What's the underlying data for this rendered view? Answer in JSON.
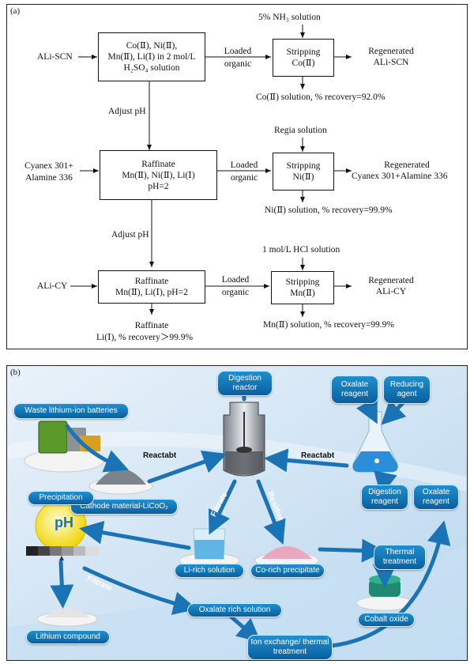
{
  "panel_a": {
    "label": "(a)",
    "inputs": {
      "alisCN": "ALi-SCN",
      "cyanex_l1": "Cyanex 301+",
      "cyanex_l2": "Alamine 336",
      "alicy": "ALi-CY"
    },
    "box1": {
      "l1": "Co(Ⅱ), Ni(Ⅱ),",
      "l2": "Mn(Ⅱ), Li(Ⅰ) in 2 mol/L",
      "l3": "H₂SO₄ solution"
    },
    "box2": {
      "l1": "Raffinate",
      "l2": "Mn(Ⅱ), Ni(Ⅱ), Li(Ⅰ)",
      "l3": "pH=2"
    },
    "box3": {
      "l1": "Raffinate",
      "l2": "Mn(Ⅱ), Li(Ⅰ), pH=2"
    },
    "loaded_l1": "Loaded",
    "loaded_l2": "organic",
    "adjust_ph": "Adjust pH",
    "strip1": {
      "l1": "Stripping",
      "l2": "Co(Ⅱ)"
    },
    "strip2": {
      "l1": "Stripping",
      "l2": "Ni(Ⅱ)"
    },
    "strip3": {
      "l1": "Stripping",
      "l2": "Mn(Ⅱ)"
    },
    "reagent1": "5% NH₃ solution",
    "reagent2": "Regia solution",
    "reagent3": "1 mol/L HCl solution",
    "regen_label": "Regenerated",
    "regen1": "ALi-SCN",
    "regen2": "Cyanex 301+Alamine 336",
    "regen3": "ALi-CY",
    "out1": "Co(Ⅱ) solution, % recovery=92.0%",
    "out2": "Ni(Ⅱ) solution, % recovery=99.9%",
    "out3": "Mn(Ⅱ) solution, % recovery=99.9%",
    "raff_l1": "Raffinate",
    "raff_l2": "Li(Ⅰ), % recovery＞99.9%"
  },
  "panel_b": {
    "label": "(b)",
    "waste": "Waste lithium-ion batteries",
    "cathode": "Cathode material-LiCoO₂",
    "reactabt": "Reactabt",
    "digestion_reactor": "Digestion reactor",
    "oxalate_reagent": "Oxalate reagent",
    "reducing_agent": "Reducing agent",
    "filtrate": "Filtrate",
    "residue": "Residue",
    "digestion_reagent": "Digestion reagent",
    "oxalate_reagent2": "Oxalate reagent",
    "precipitation": "Precipitation",
    "ph": "pH",
    "li_rich": "Li-rich solution",
    "co_rich": "Co-rich precipitate",
    "thermal": "Thermal treatment",
    "cobalt_oxide": "Cobalt oxide",
    "lithium_compound": "Lithium compound",
    "filtrate2": "Filtrate",
    "oxalate_rich": "Oxalate rich solution",
    "ion_exchange": "Ion exchange/ thermal treatment",
    "colors": {
      "blue": "#1476b8",
      "bg": "#dbeaf6"
    }
  }
}
